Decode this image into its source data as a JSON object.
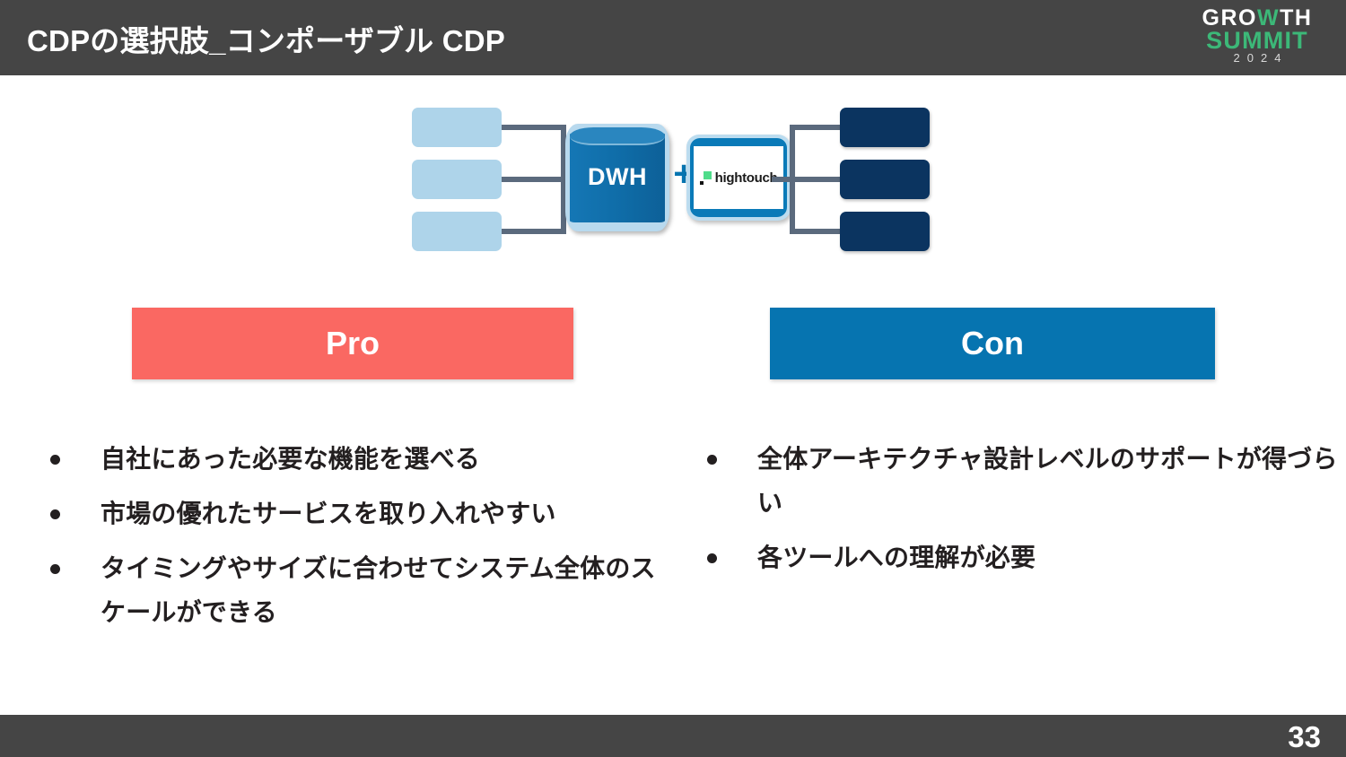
{
  "slide": {
    "title": "CDPの選択肢_コンポーザブル CDP",
    "page_number": "33",
    "header_bg": "#454545",
    "footer_bg": "#454545"
  },
  "logo": {
    "line1_before": "GRO",
    "line1_accent": "W",
    "line1_after": "TH",
    "line2": "SUMMIT",
    "year": "2024",
    "accent_color": "#3cb878"
  },
  "diagram": {
    "source_boxes": [
      {
        "label": ""
      },
      {
        "label": ""
      },
      {
        "label": ""
      }
    ],
    "warehouse": {
      "label": "DWH",
      "color": "#0f6ca7"
    },
    "plus": "+",
    "tool": {
      "name": "hightouch",
      "mark_color": "#4fdc8a",
      "frame_color": "#0a7ab8"
    },
    "destination_boxes": [
      {
        "label": ""
      },
      {
        "label": ""
      },
      {
        "label": ""
      }
    ],
    "source_box_color": "#aed4ea",
    "destination_box_color": "#0b3460",
    "connector_color": "#5b6a7d"
  },
  "columns": {
    "pro": {
      "header": "Pro",
      "header_color": "#fa6862",
      "bullets": [
        "自社にあった必要な機能を選べる",
        "市場の優れたサービスを取り入れやすい",
        "タイミングやサイズに合わせてシステム全体のスケールができる"
      ]
    },
    "con": {
      "header": "Con",
      "header_color": "#0674b0",
      "bullets": [
        "全体アーキテクチャ設計レベルのサポートが得づらい",
        "各ツールへの理解が必要"
      ]
    }
  }
}
